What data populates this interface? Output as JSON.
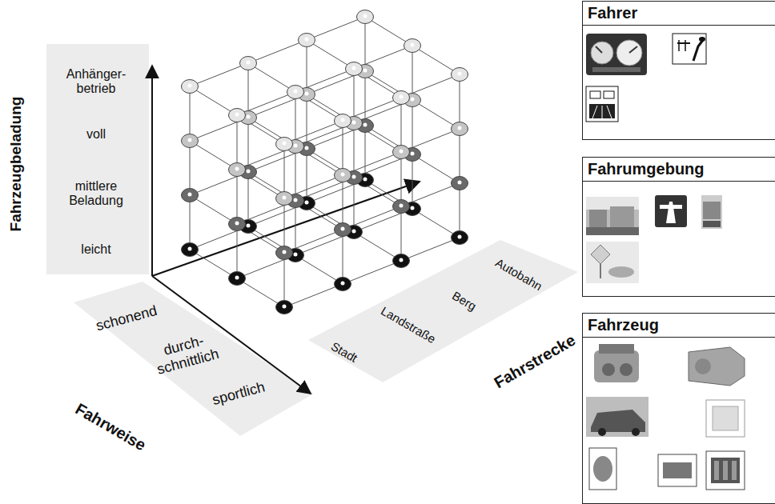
{
  "diagram": {
    "nodes": [
      {
        "text": [
          "Fahrer"
        ]
      },
      {
        "text": [
          "Fahrumgebung"
        ]
      },
      {
        "text": [
          "Fahrzeug"
        ]
      }
    ],
    "labels": [
      "Fahrzeugbeladung",
      "Anhänger- betrieb",
      "voll",
      "mittlere Beladung",
      "leicht",
      "schonend",
      "durch- schnittlich",
      "sportlich",
      "Fahrweise",
      "Stadt",
      "Landstraße",
      "Berg",
      "Autobahn",
      "Fahrstrecke"
    ]
  }
}
